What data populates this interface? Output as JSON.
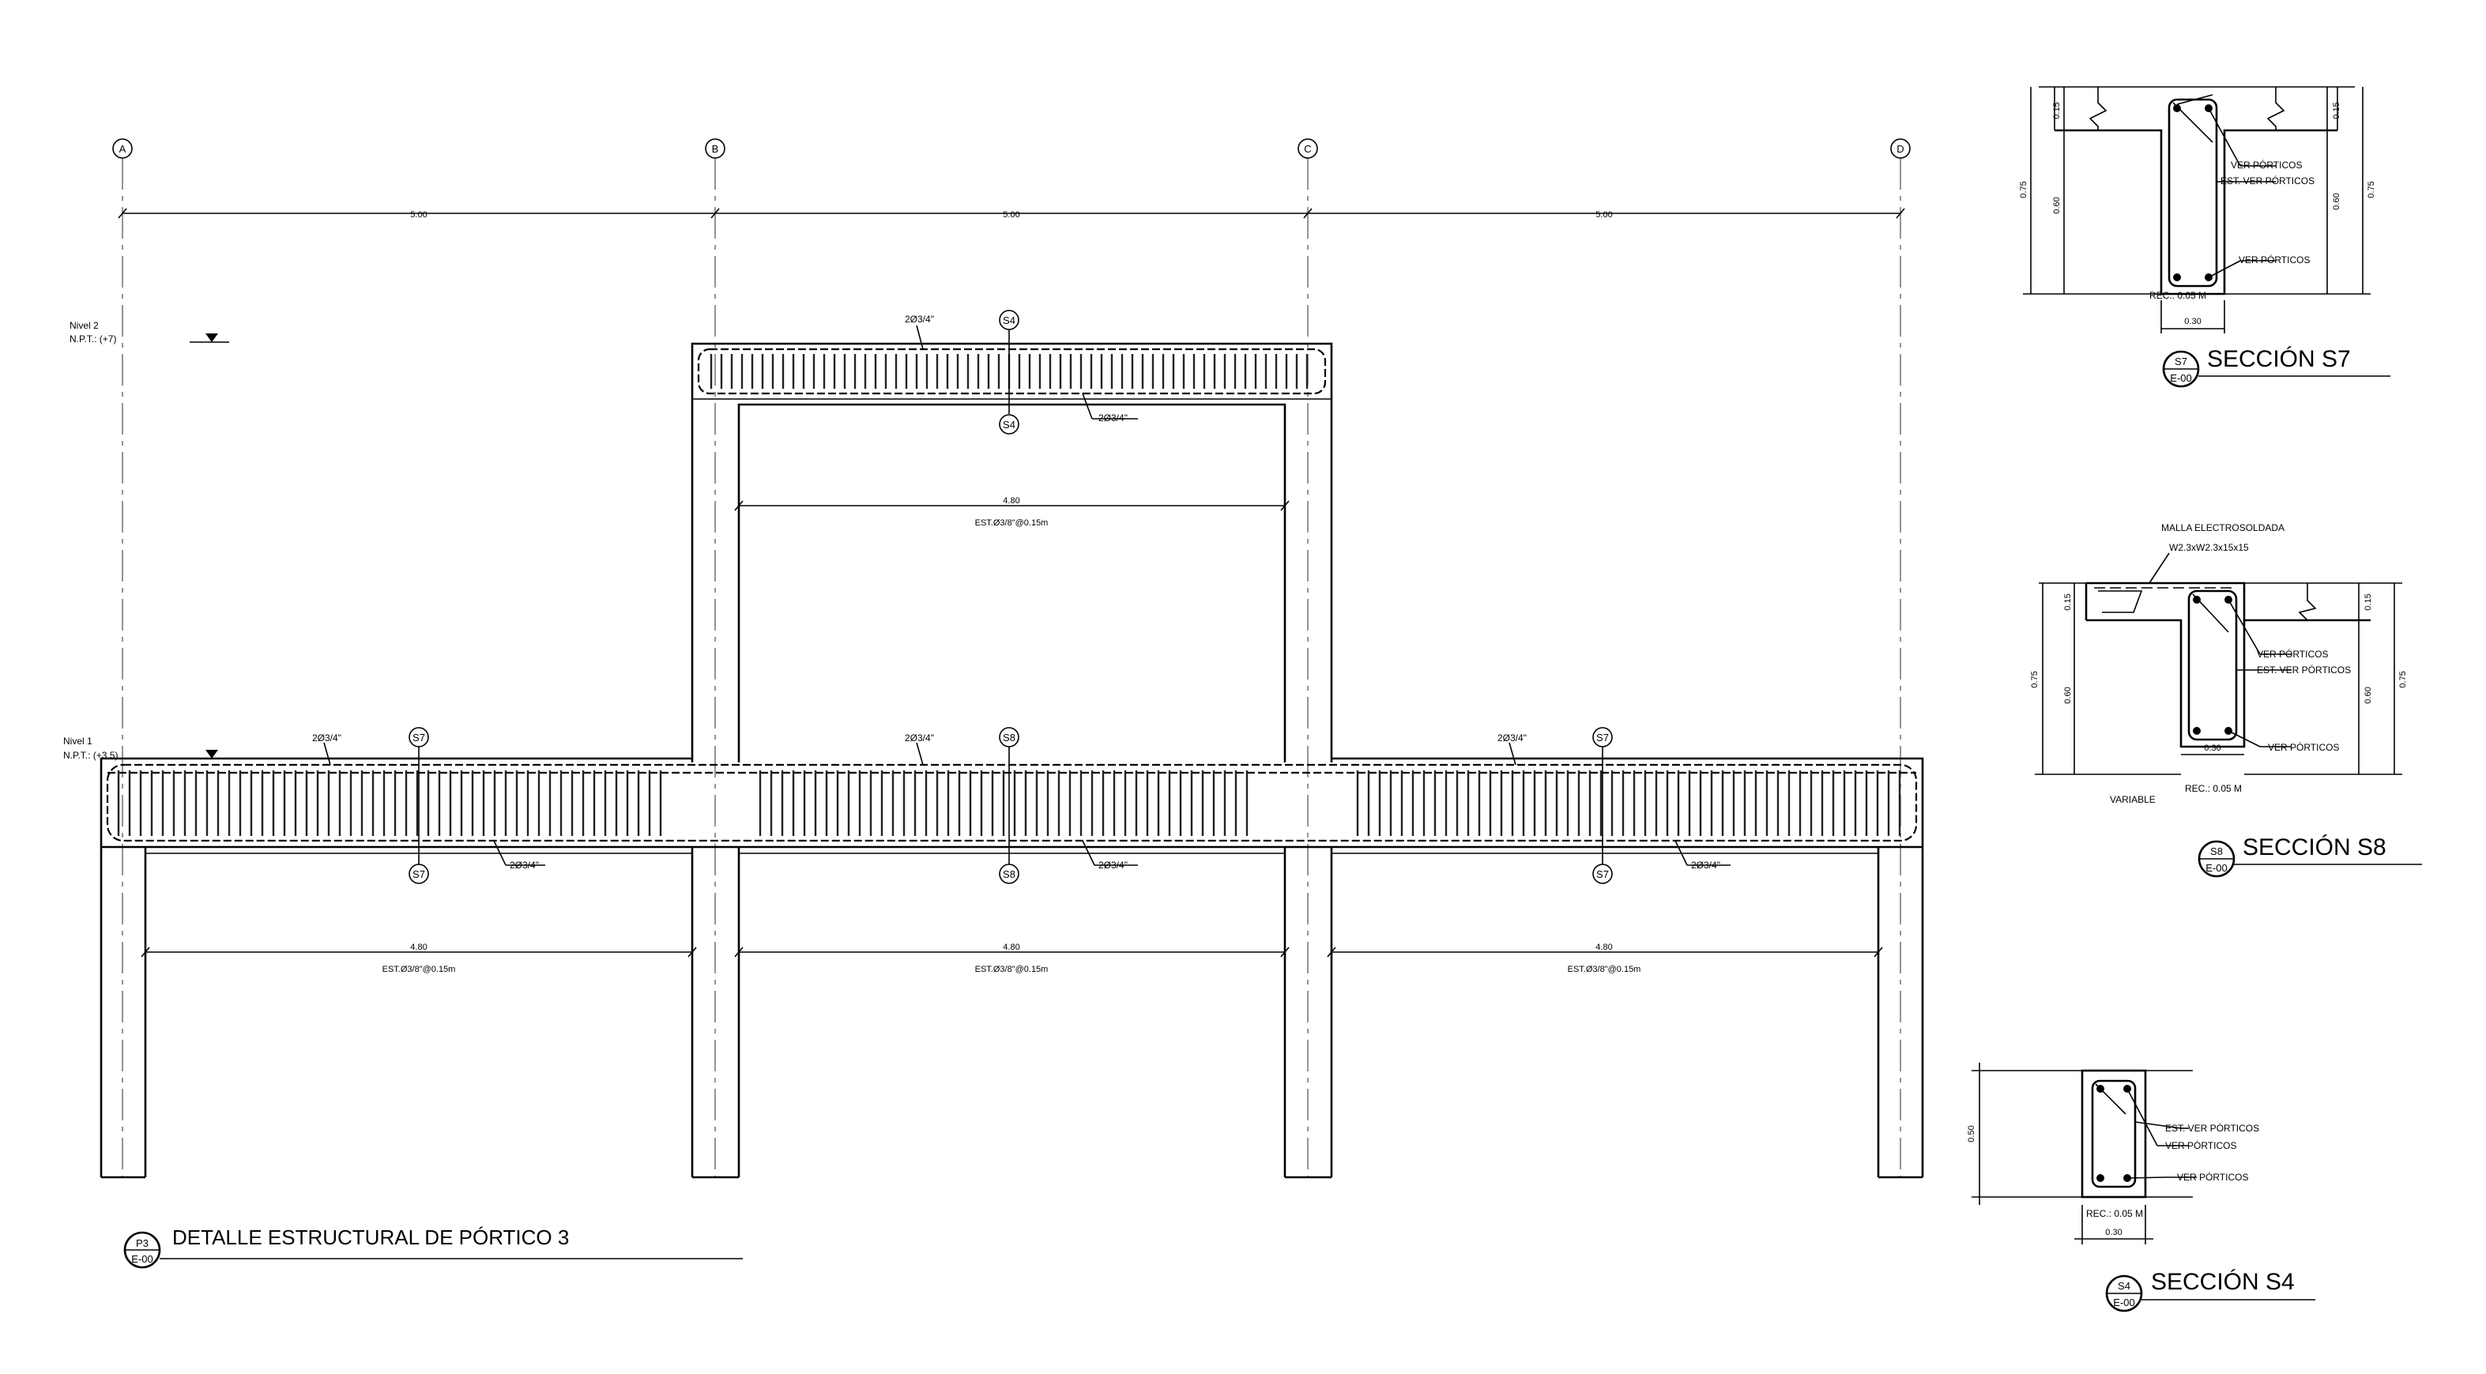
{
  "main_frame": {
    "axes": [
      "A",
      "B",
      "C",
      "D"
    ],
    "bay_spans": [
      "5.00",
      "5.00",
      "5.00"
    ],
    "level2": {
      "name": "Nivel 2",
      "npt": "N.P.T.: (+7)"
    },
    "level1": {
      "name": "Nivel 1",
      "npt": "N.P.T.: (+3.5)"
    },
    "upper_beam": {
      "top_bar": "2Ø3/4\"",
      "bottom_bar": "2Ø3/4\"",
      "section_mark": "S4",
      "clear_span": "4.80",
      "stirrups": "EST.Ø3/8\"@0.15m"
    },
    "lower_beams": [
      {
        "top_bar": "2Ø3/4\"",
        "bottom_bar": "2Ø3/4\"",
        "section_mark": "S7",
        "clear_span": "4.80",
        "stirrups": "EST.Ø3/8\"@0.15m"
      },
      {
        "top_bar": "2Ø3/4\"",
        "bottom_bar": "2Ø3/4\"",
        "section_mark": "S8",
        "clear_span": "4.80",
        "stirrups": "EST.Ø3/8\"@0.15m"
      },
      {
        "top_bar": "2Ø3/4\"",
        "bottom_bar": "2Ø3/4\"",
        "section_mark": "S7",
        "clear_span": "4.80",
        "stirrups": "EST.Ø3/8\"@0.15m"
      }
    ],
    "title": {
      "code": "P3",
      "sheet": "E-00",
      "text": "DETALLE ESTRUCTURAL DE PÓRTICO 3"
    }
  },
  "section_s7": {
    "dims": {
      "slab": "0.15",
      "total": "0.75",
      "web": "0.60",
      "slab_r": "0.15",
      "web_r": "0.60",
      "total_r": "0.75",
      "width": "0.30"
    },
    "notes": {
      "top": "VER PÓRTICOS",
      "stirrup": "EST. VER PÓRTICOS",
      "bottom": "VER PÓRTICOS",
      "cover": "REC.: 0.05 M"
    },
    "title": {
      "code": "S7",
      "sheet": "E-00",
      "text": "SECCIÓN S7"
    }
  },
  "section_s8": {
    "mesh": {
      "name": "MALLA ELECTROSOLDADA",
      "spec": "W2.3xW2.3x15x15"
    },
    "dims": {
      "slab": "0.15",
      "total": "0.75",
      "web": "0.60",
      "slab_r": "0.15",
      "web_r": "0.60",
      "total_r": "0.75",
      "width": "0.30"
    },
    "notes": {
      "top": "VER PÓRTICOS",
      "stirrup": "EST. VER PÓRTICOS",
      "bottom": "VER PÓRTICOS",
      "cover": "REC.: 0.05 M",
      "variable": "VARIABLE"
    },
    "title": {
      "code": "S8",
      "sheet": "E-00",
      "text": "SECCIÓN S8"
    }
  },
  "section_s4": {
    "dims": {
      "height": "0.50",
      "width": "0.30"
    },
    "notes": {
      "stirrup": "EST. VER PÓRTICOS",
      "top": "VER PÓRTICOS",
      "bottom": "VER PÓRTICOS",
      "cover": "REC.: 0.05 M"
    },
    "title": {
      "code": "S4",
      "sheet": "E-00",
      "text": "SECCIÓN S4"
    }
  }
}
